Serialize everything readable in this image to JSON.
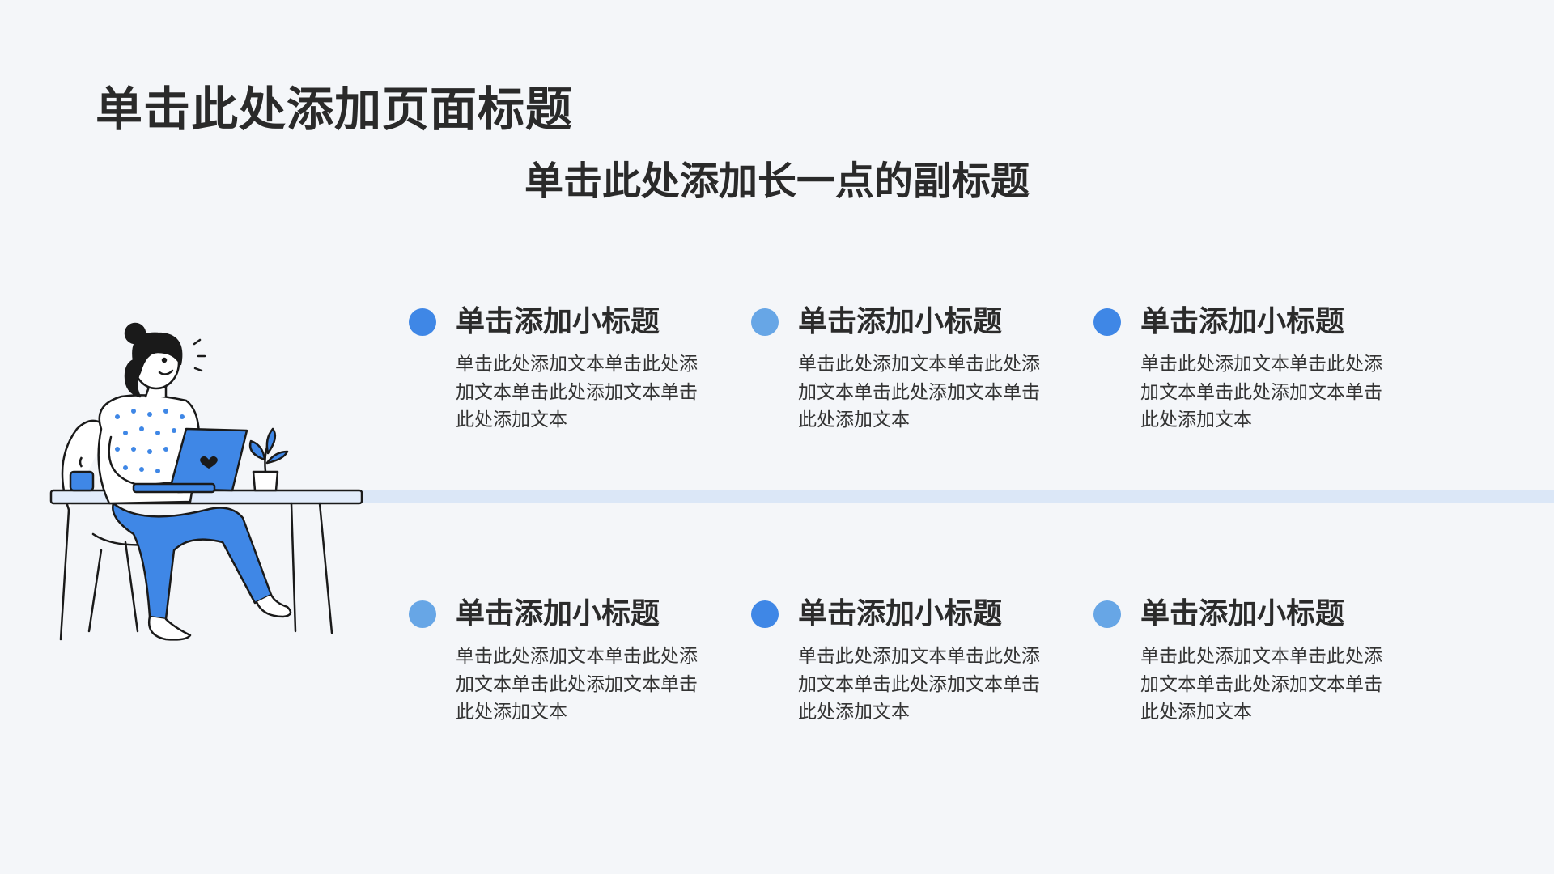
{
  "page": {
    "title": "单击此处添加页面标题",
    "subtitle": "单击此处添加长一点的副标题"
  },
  "colors": {
    "background": "#f4f6f9",
    "accent_dark": "#3f87e6",
    "accent_light": "#67a6e6",
    "divider": "#dbe7f7",
    "text": "#2b2b2b"
  },
  "items": [
    {
      "title": "单击添加小标题",
      "body": "单击此处添加文本单击此处添加文本单击此处添加文本单击此处添加文本",
      "dot_color": "#3f87e6"
    },
    {
      "title": "单击添加小标题",
      "body": "单击此处添加文本单击此处添加文本单击此处添加文本单击此处添加文本",
      "dot_color": "#67a6e6"
    },
    {
      "title": "单击添加小标题",
      "body": "单击此处添加文本单击此处添加文本单击此处添加文本单击此处添加文本",
      "dot_color": "#3f87e6"
    },
    {
      "title": "单击添加小标题",
      "body": "单击此处添加文本单击此处添加文本单击此处添加文本单击此处添加文本",
      "dot_color": "#67a6e6"
    },
    {
      "title": "单击添加小标题",
      "body": "单击此处添加文本单击此处添加文本单击此处添加文本单击此处添加文本",
      "dot_color": "#3f87e6"
    },
    {
      "title": "单击添加小标题",
      "body": "单击此处添加文本单击此处添加文本单击此处添加文本单击此处添加文本",
      "dot_color": "#67a6e6"
    }
  ],
  "illustration": {
    "name": "person-working-at-laptop",
    "icons": [
      "laptop-icon",
      "heart-icon",
      "plant-icon",
      "coffee-cup-icon"
    ]
  }
}
